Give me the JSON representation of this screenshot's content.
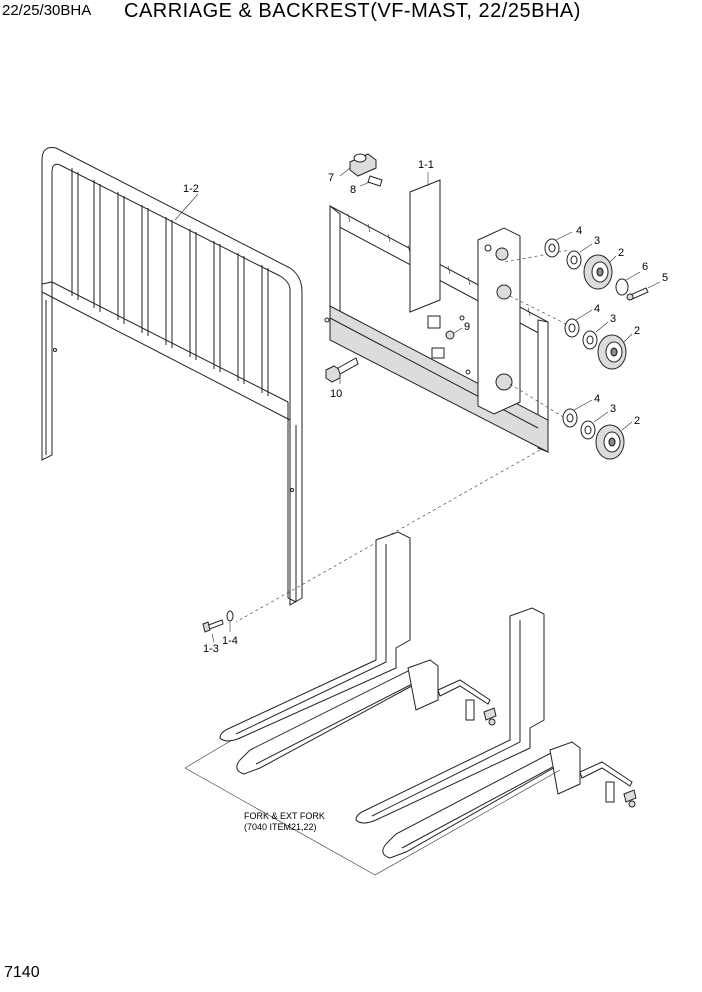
{
  "header": {
    "model": "22/25/30BHA",
    "title": "CARRIAGE & BACKREST(VF-MAST, 22/25BHA)"
  },
  "footer": {
    "page_number": "7140"
  },
  "callouts": {
    "c1_1": "1-1",
    "c1_2": "1-2",
    "c1_3": "1-3",
    "c1_4": "1-4",
    "c2a": "2",
    "c2b": "2",
    "c2c": "2",
    "c3a": "3",
    "c3b": "3",
    "c3c": "3",
    "c4a": "4",
    "c4b": "4",
    "c4c": "4",
    "c5": "5",
    "c6": "6",
    "c7": "7",
    "c8": "8",
    "c9": "9",
    "c10": "10"
  },
  "fork_note": {
    "line1": "FORK & EXT FORK",
    "line2": "(7040 ITEM21,22)"
  }
}
